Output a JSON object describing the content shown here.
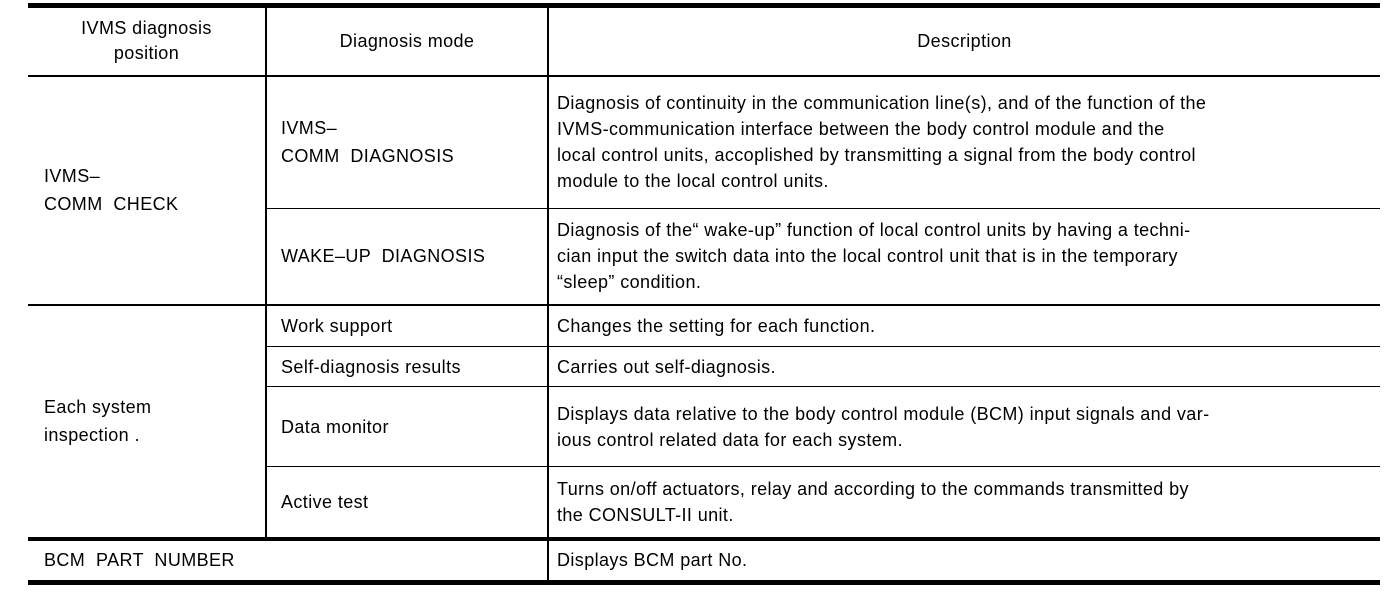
{
  "colors": {
    "ink": "#000000",
    "paper": "#ffffff"
  },
  "table": {
    "columns": [
      "IVMS diagnosis\nposition",
      "Diagnosis mode",
      "Description"
    ],
    "groups": [
      {
        "position": "IVMS–\nCOMM  CHECK",
        "rows": [
          {
            "mode": "IVMS–\nCOMM  DIAGNOSIS",
            "description": "Diagnosis of continuity in the communication line(s), and of the function of the\nIVMS-communication interface between the body control module and the\nlocal control units, accoplished by transmitting a signal from the body control\nmodule to the local control units."
          },
          {
            "mode": "WAKE–UP  DIAGNOSIS",
            "description": "Diagnosis of the“ wake-up” function of local control units by having a techni-\ncian input the switch data into the local control unit that is in the temporary\n“sleep” condition."
          }
        ]
      },
      {
        "position": "Each system\ninspection .",
        "rows": [
          {
            "mode": "Work support",
            "description": "Changes the setting for each function."
          },
          {
            "mode": "Self-diagnosis results",
            "description": "Carries out self-diagnosis."
          },
          {
            "mode": "Data monitor",
            "description": "Displays data relative to the body control module (BCM) input signals and var-\nious control related data for each system."
          },
          {
            "mode": "Active test",
            "description": "Turns on/off actuators, relay and according to the commands transmitted by\nthe CONSULT-II unit."
          }
        ]
      }
    ],
    "footer": {
      "label": "BCM  PART  NUMBER",
      "description": "Displays BCM part No."
    }
  }
}
